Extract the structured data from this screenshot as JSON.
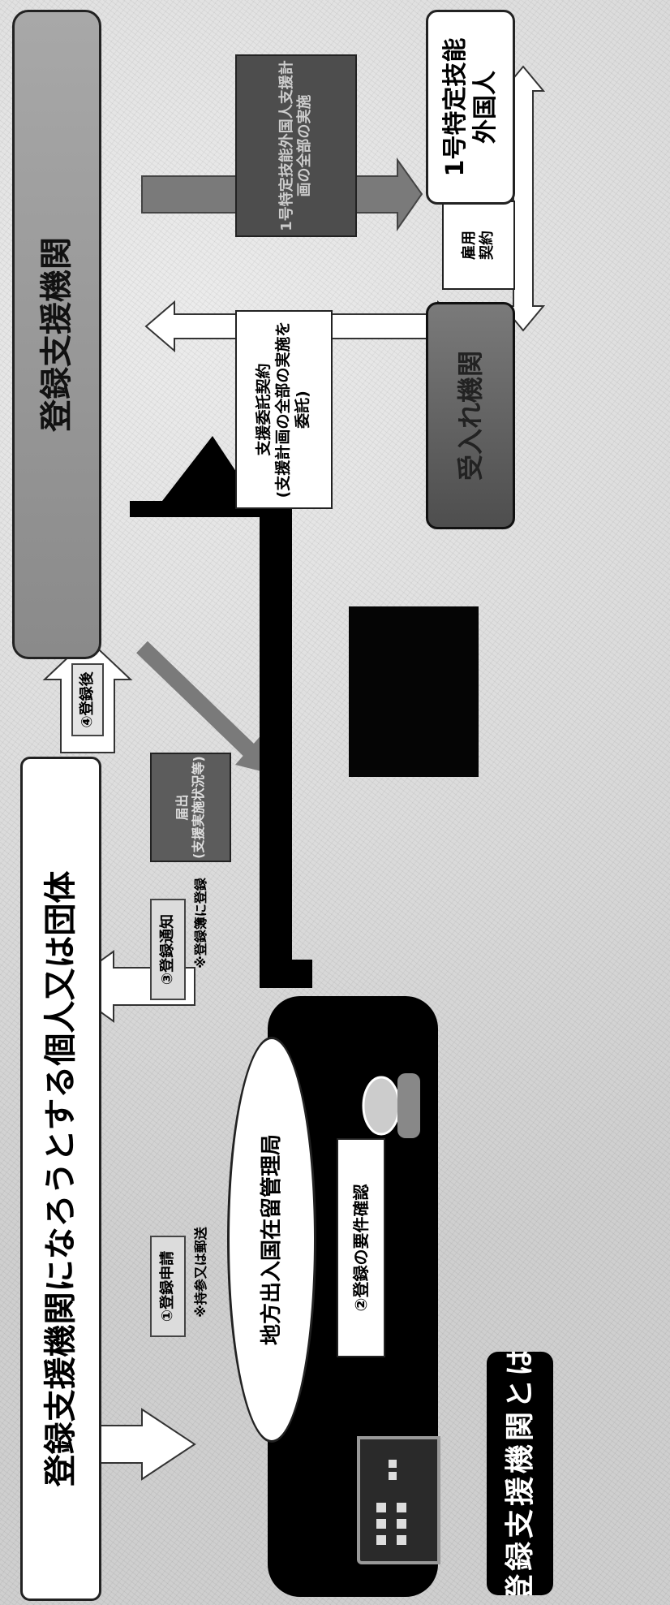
{
  "title": "登録支援機関とは",
  "applicant_box": "登録支援機関になろうとする個人又は団体",
  "step1": {
    "label": "①登録申請",
    "note": "※持参又は郵送"
  },
  "step3": {
    "label": "③登録通知",
    "note": "※登録簿に登録"
  },
  "step4": {
    "label": "④登録後"
  },
  "bureau": {
    "label": "地方出入国在留管理局",
    "step2": "②登録の要件確認"
  },
  "registered_org": "登録支援機関",
  "receiving_org": "受入れ機関",
  "foreign_worker": "1号特定技能\n外国人",
  "employment_contract": "雇用\n契約",
  "support_contract": "支援委託契約\n(支援計画の全部の実施を\n委託)",
  "support_implementation": "1号特定技能外国人支援計\n画の全部の実施",
  "periodic_report": "届出\n(支援実施状況等)",
  "colors": {
    "dark": "#111111",
    "mid_gray": "#6e6e6e",
    "light_gray": "#c4c4c4",
    "white": "#ffffff"
  }
}
